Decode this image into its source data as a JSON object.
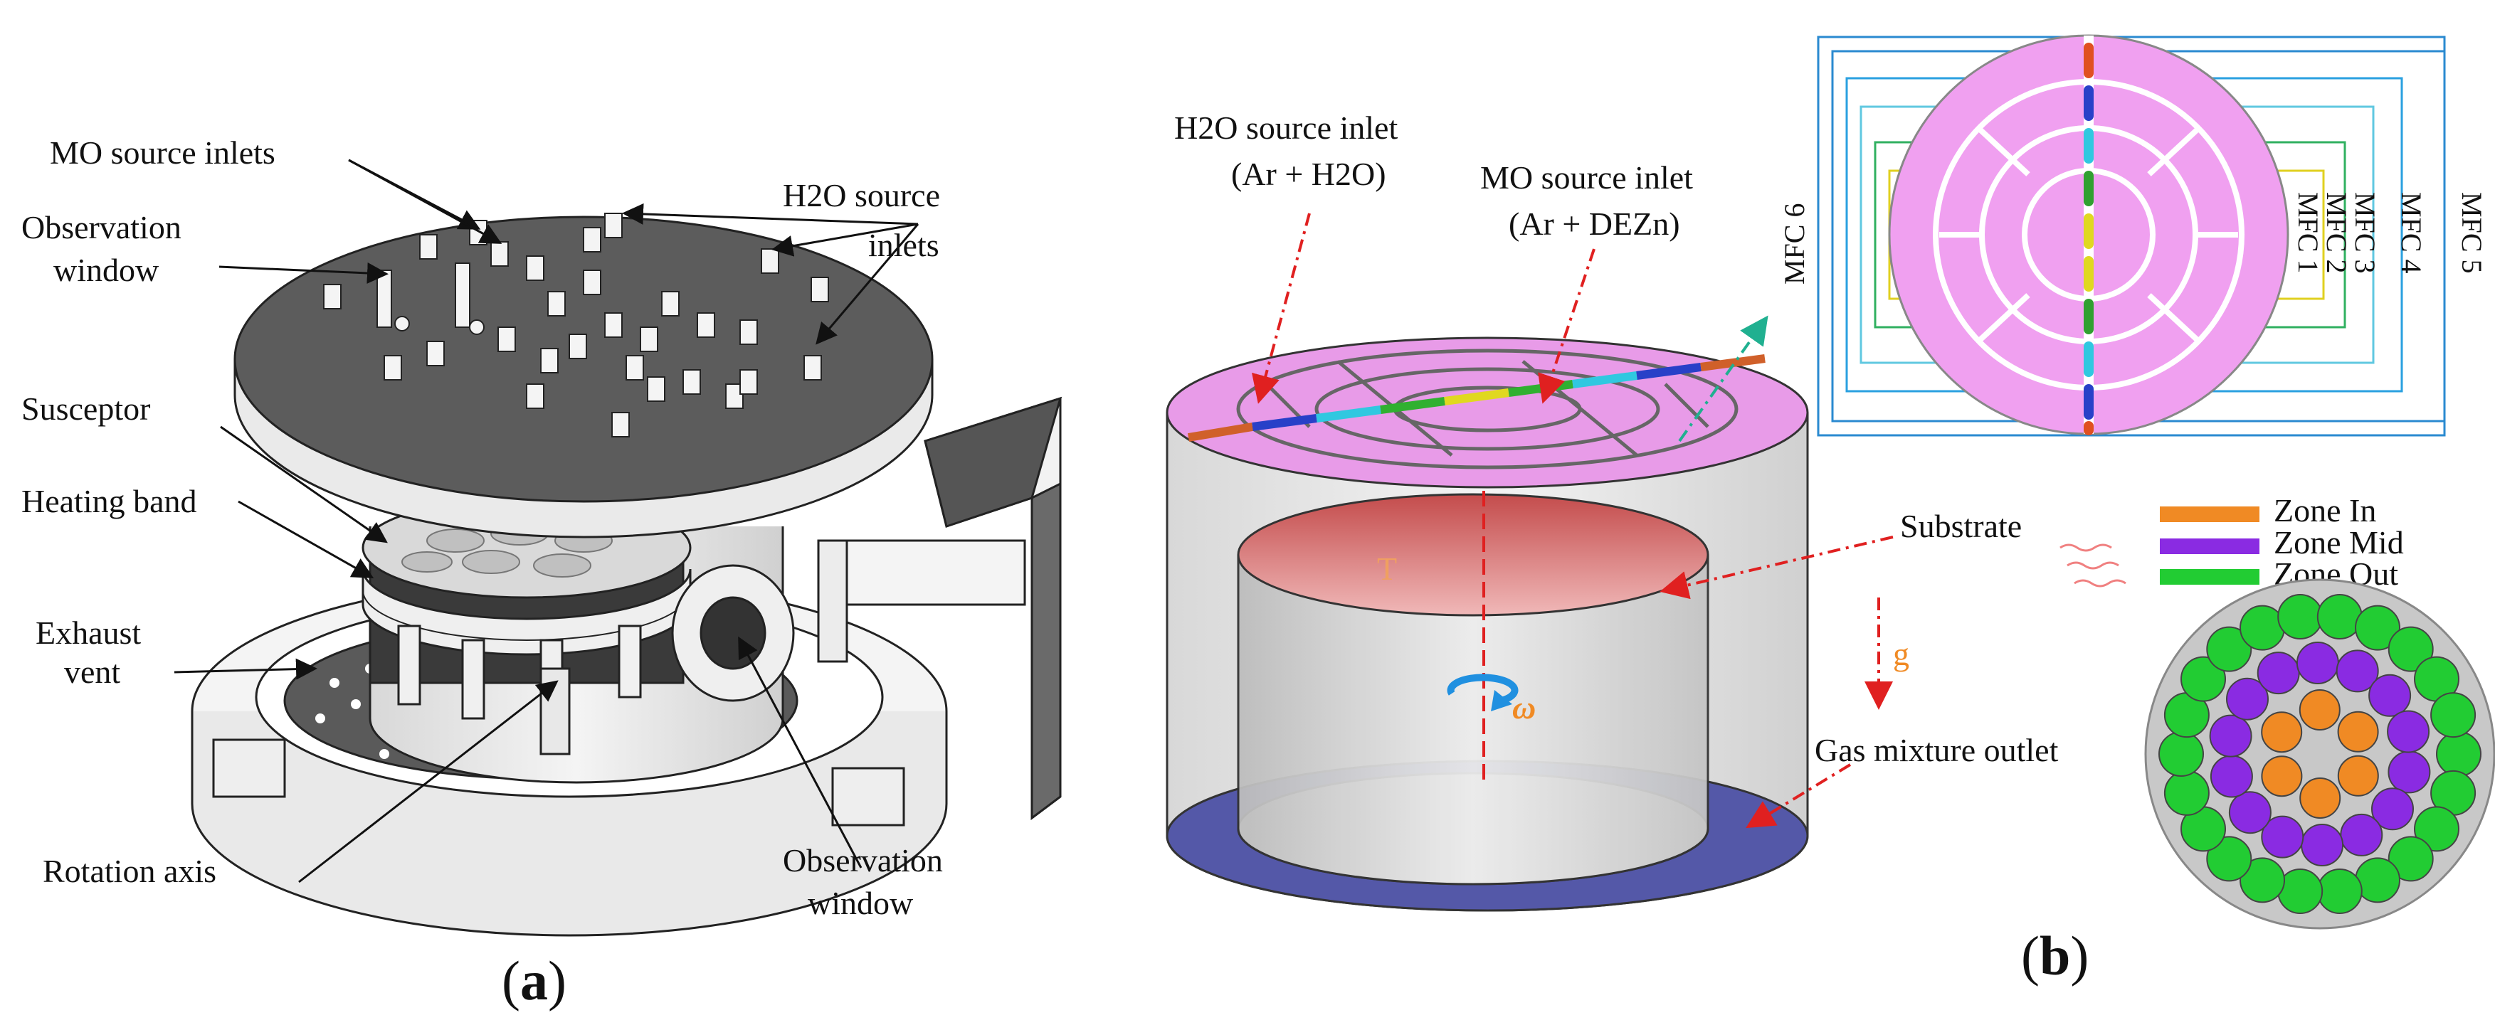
{
  "panel_a": {
    "letter_open": "(",
    "letter": "a",
    "letter_close": ")",
    "labels": {
      "mo_inlets": "MO source inlets",
      "h2o_inlets_1": "H2O source",
      "h2o_inlets_2": "inlets",
      "obs_window_top_1": "Observation",
      "obs_window_top_2": "window",
      "susceptor": "Susceptor",
      "heating_band": "Heating band",
      "exhaust_1": "Exhaust",
      "exhaust_2": "vent",
      "rotation_axis": "Rotation axis",
      "obs_window_bottom_1": "Observation",
      "obs_window_bottom_2": "window"
    }
  },
  "panel_b": {
    "letter_open": "(",
    "letter": "b",
    "letter_close": ")",
    "labels": {
      "h2o_inlet_1": "H2O source inlet",
      "h2o_inlet_2": "(Ar + H2O)",
      "mo_inlet_1": "MO source inlet",
      "mo_inlet_2": "(Ar + DEZn)",
      "substrate": "Substrate",
      "temperature": "T",
      "gravity": "g",
      "omega": "ω",
      "gas_outlet": "Gas mixture outlet"
    },
    "mfc": [
      "MFC 1",
      "MFC 2",
      "MFC 3",
      "MFC 4",
      "MFC 5",
      "MFC 6"
    ],
    "legend": [
      {
        "label": "Zone In",
        "color": "#f08a24"
      },
      {
        "label": "Zone Mid",
        "color": "#8a2be2"
      },
      {
        "label": "Zone Out",
        "color": "#22cc33"
      }
    ],
    "colors": {
      "showerhead_top": "#e89be8",
      "substrate_red": "#d87070",
      "outlet_blue": "#5458a8",
      "arrow_red": "#e02020",
      "mfc_teal": "#20b090"
    }
  }
}
